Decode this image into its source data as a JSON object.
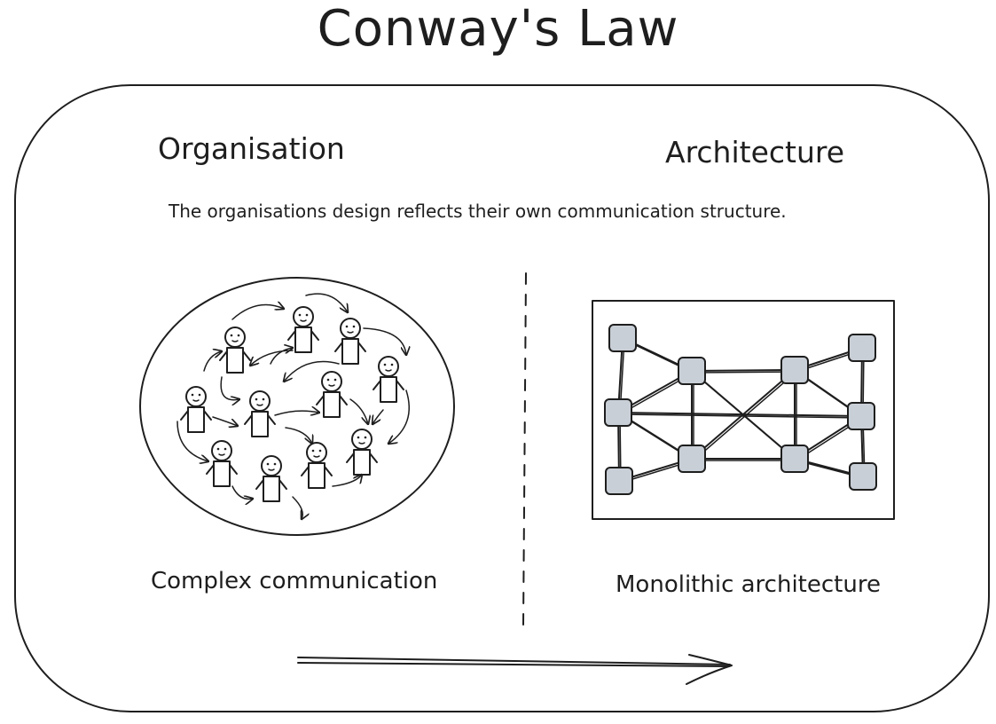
{
  "title": "Conway's Law",
  "left_heading": "Organisation",
  "right_heading": "Architecture",
  "statement": "The organisations design reflects their own communication structure.",
  "left_caption": "Complex communication",
  "right_caption": "Monolithic architecture",
  "icons": [
    "person-icon",
    "network-node-icon",
    "arrow-right-icon"
  ],
  "colors": {
    "ink": "#1e1e1e",
    "node_fill": "#c9cfd6",
    "background": "#ffffff"
  }
}
